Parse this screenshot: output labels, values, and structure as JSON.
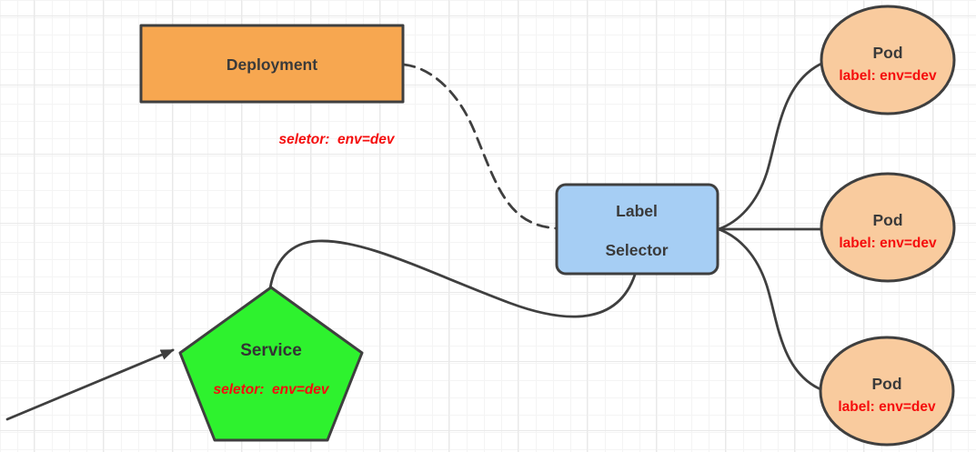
{
  "colors": {
    "deployment_fill": "#F7A750",
    "selector_fill": "#A6CEF4",
    "service_fill": "#2EF22E",
    "pod_fill": "#F9CB9E",
    "stroke": "#3F3F3F",
    "node_text": "#3A3A3A",
    "annotation_red": "#F50D0D"
  },
  "nodes": {
    "deployment": {
      "label": "Deployment"
    },
    "deployment_note": "seletor:  env=dev",
    "label_selector": {
      "line1": "Label",
      "line2": "Selector"
    },
    "service": {
      "label": "Service",
      "note": "seletor:  env=dev"
    },
    "pods": [
      {
        "title": "Pod",
        "label": "label: env=dev"
      },
      {
        "title": "Pod",
        "label": "label: env=dev"
      },
      {
        "title": "Pod",
        "label": "label: env=dev"
      }
    ]
  }
}
